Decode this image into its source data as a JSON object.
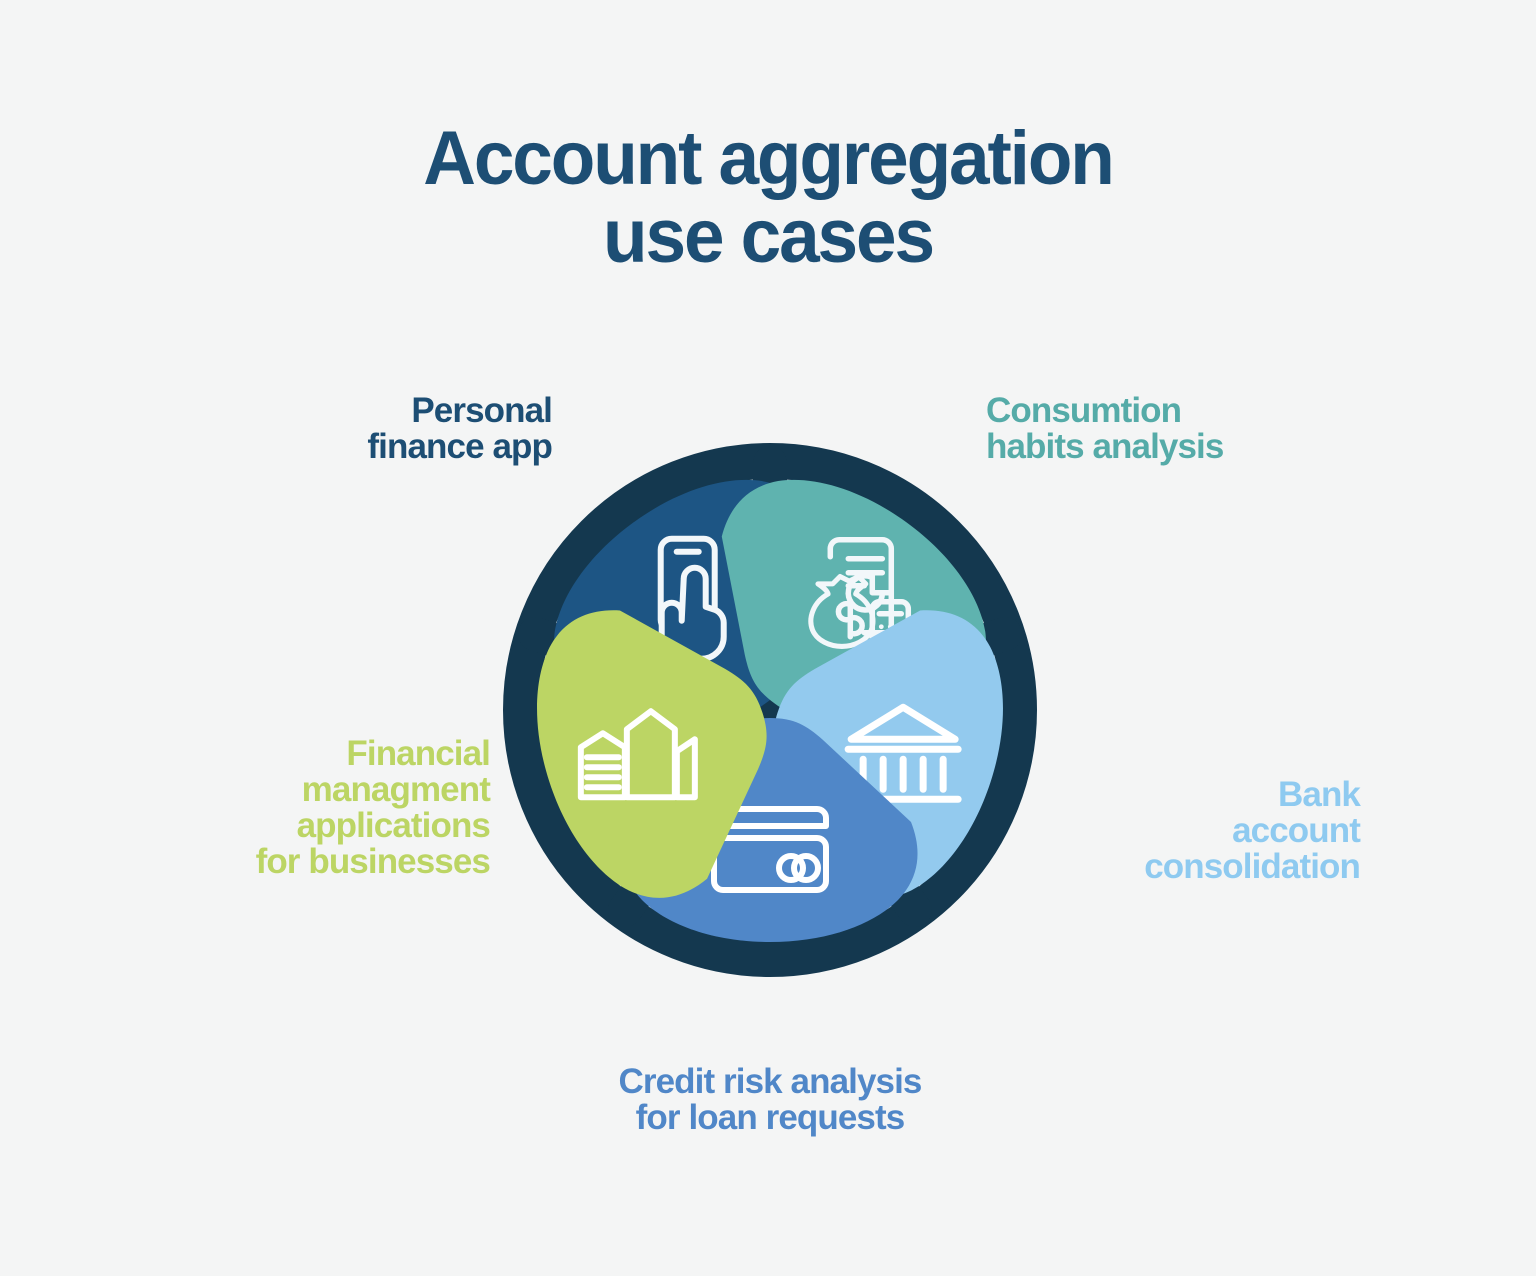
{
  "background_color": "#f4f5f5",
  "title": {
    "line1": "Account aggregation",
    "line2": "use cases",
    "color": "#1d4e74"
  },
  "wheel": {
    "hub_color": "#14384f",
    "spoke_color": "#14384f",
    "ring_color": "#14384f"
  },
  "segments": [
    {
      "id": "personal-finance-app",
      "label": "Personal\nfinance app",
      "color": "#1d5584",
      "label_color": "#1d4e74",
      "icon": "smartphone-tap-icon",
      "position": "top-left"
    },
    {
      "id": "consumption-habits-analysis",
      "label": "Consumtion\nhabits analysis",
      "color": "#5fb3af",
      "label_color": "#55aba8",
      "icon": "receipt-money-calculator-icon",
      "position": "top-right"
    },
    {
      "id": "bank-account-consolidation",
      "label": "Bank\naccount\nconsolidation",
      "color": "#93caee",
      "label_color": "#8ecaf0",
      "icon": "bank-building-icon",
      "position": "right"
    },
    {
      "id": "credit-risk-analysis",
      "label": "Credit risk analysis\nfor loan requests",
      "color": "#5087c8",
      "label_color": "#5087c8",
      "icon": "credit-card-icon",
      "position": "bottom"
    },
    {
      "id": "financial-management-applications",
      "label": "Financial\nmanagment\napplications\nfor businesses",
      "color": "#bcd564",
      "label_color": "#bcd564",
      "icon": "office-buildings-icon",
      "position": "left"
    }
  ]
}
